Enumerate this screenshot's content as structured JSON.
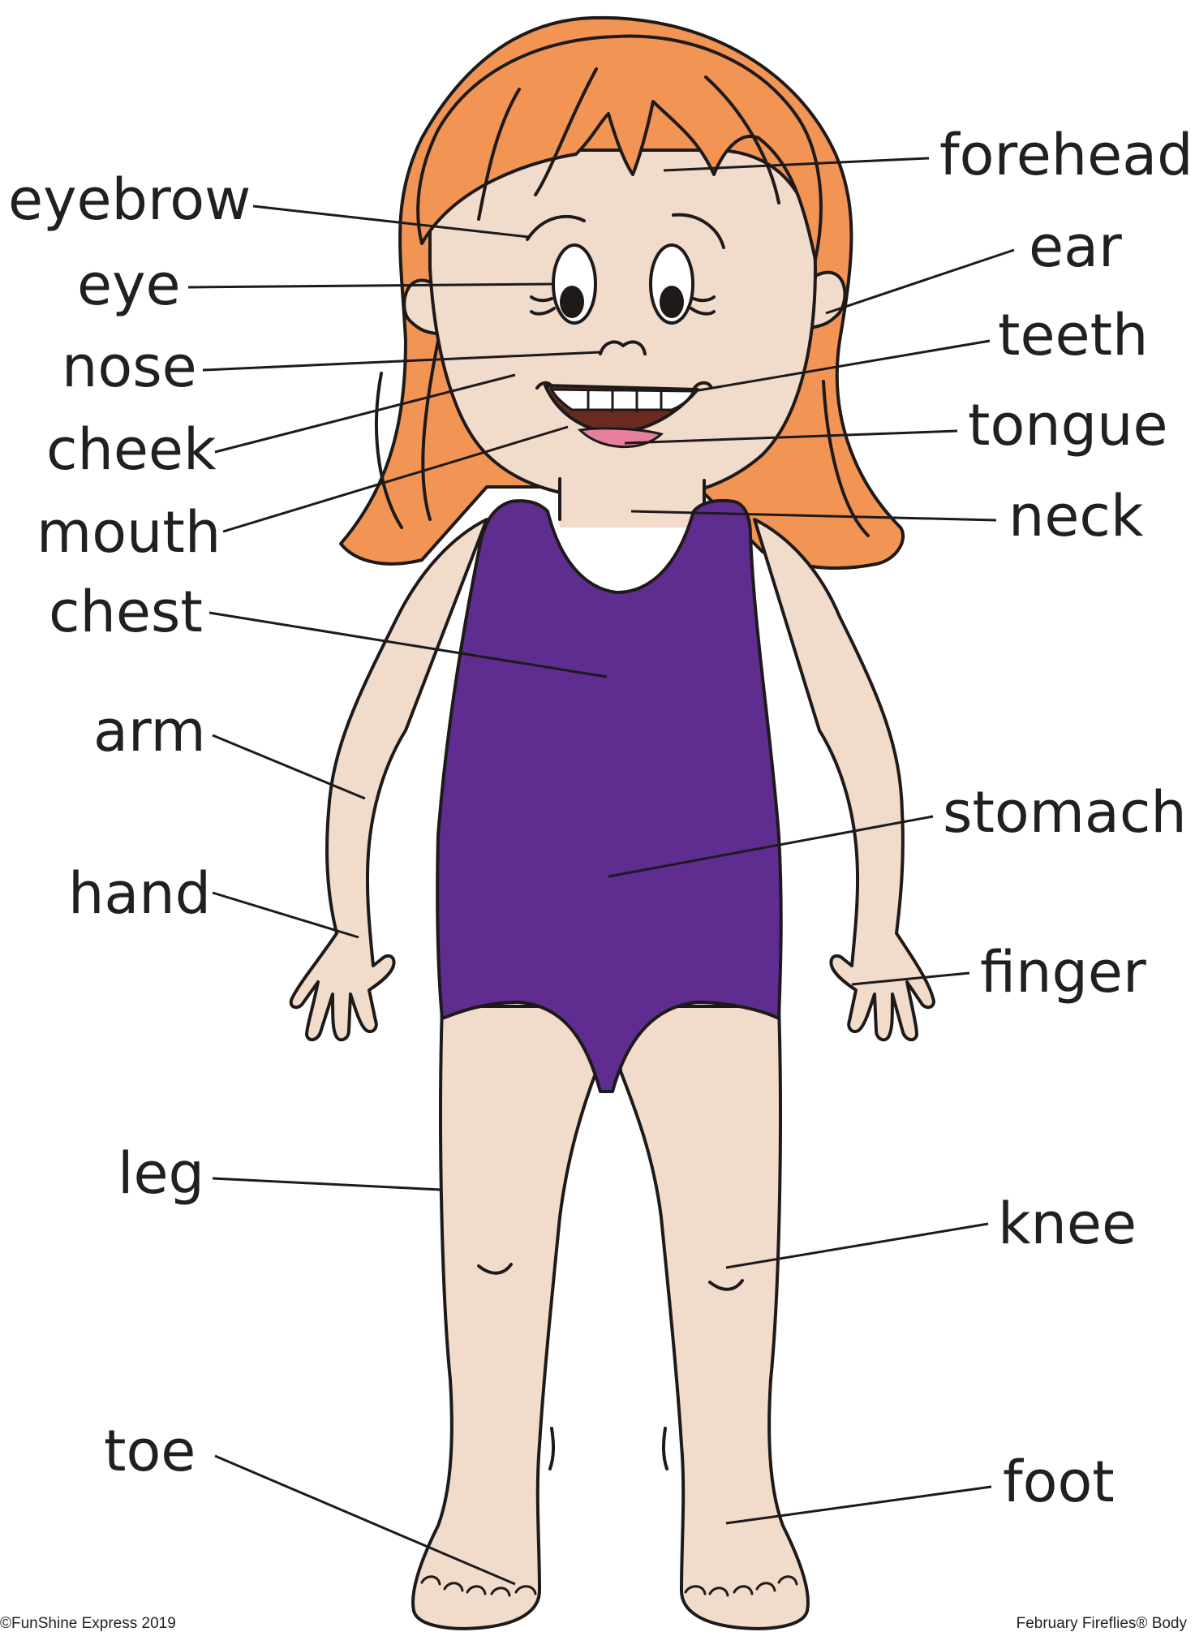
{
  "labels": {
    "forehead": "forehead",
    "eyebrow": "eyebrow",
    "ear": "ear",
    "eye": "eye",
    "teeth": "teeth",
    "nose": "nose",
    "cheek": "cheek",
    "tongue": "tongue",
    "mouth": "mouth",
    "neck": "neck",
    "chest": "chest",
    "arm": "arm",
    "stomach": "stomach",
    "hand": "hand",
    "finger": "finger",
    "leg": "leg",
    "knee": "knee",
    "toe": "toe",
    "foot": "foot"
  },
  "footer": {
    "copyright": "©FunShine Express 2019",
    "series": "February Fireflies® Body"
  },
  "colors": {
    "hair": "#f29454",
    "skin": "#f1dbcb",
    "swimsuit": "#5f2c90",
    "outline": "#1e1a1a"
  }
}
